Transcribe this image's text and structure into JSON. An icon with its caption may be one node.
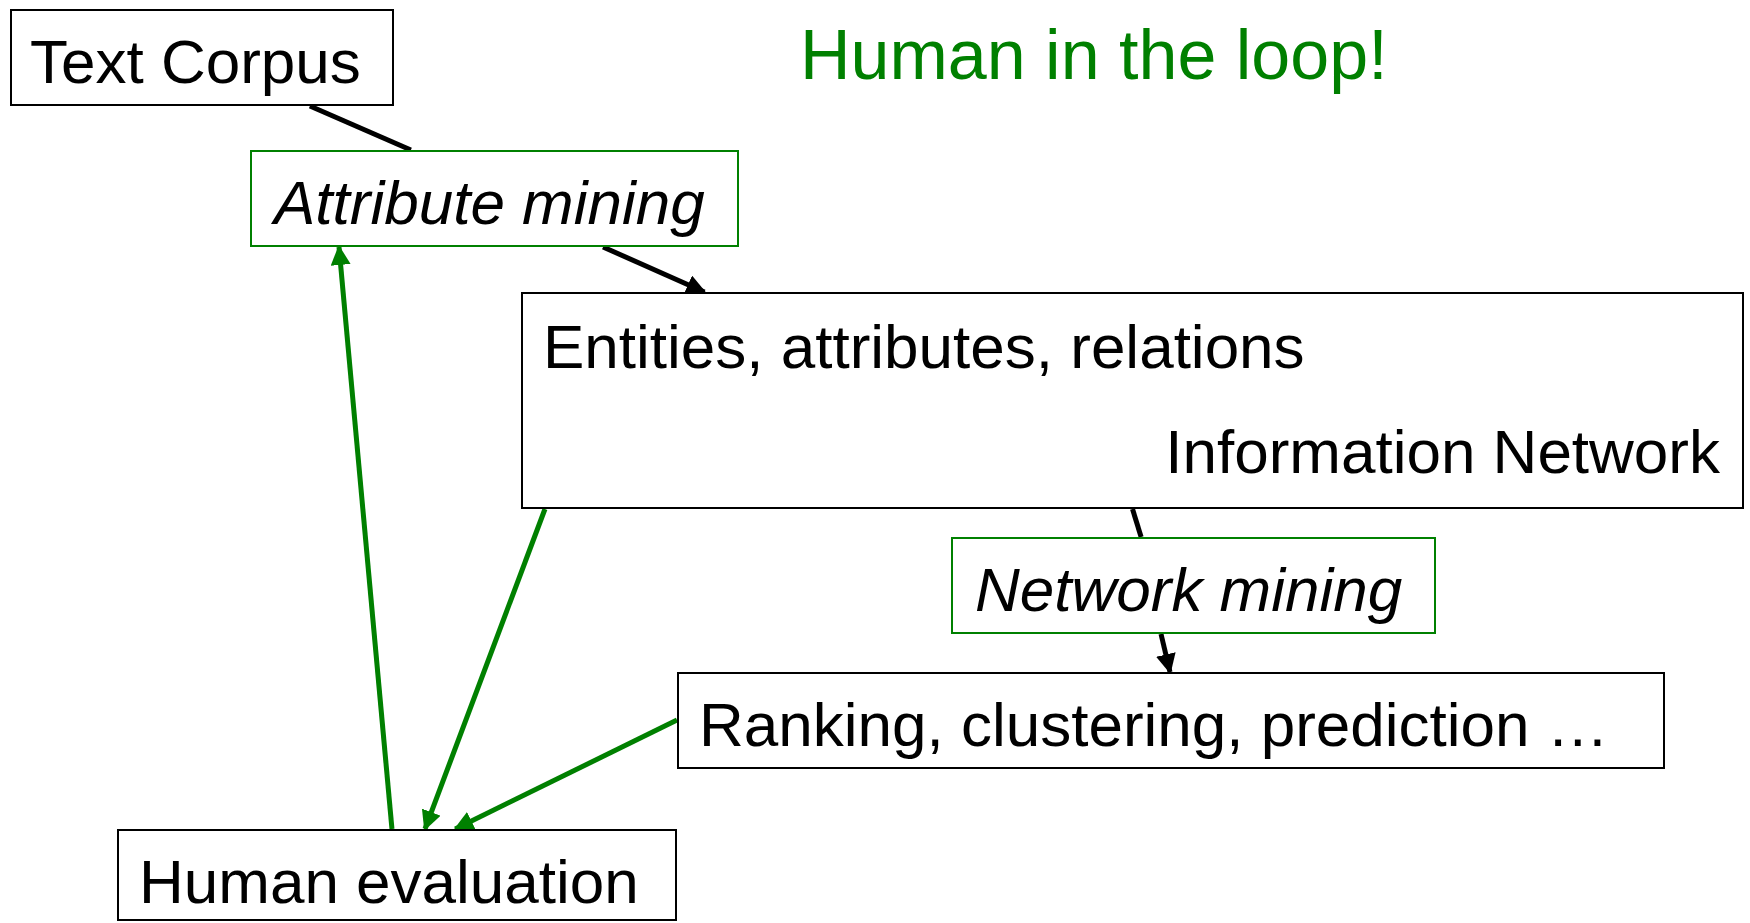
{
  "diagram": {
    "title": "Human in the loop!",
    "nodes": [
      {
        "text": [
          "Text Corpus"
        ]
      },
      {
        "text": [
          "Attribute mining"
        ]
      },
      {
        "text": [
          "Entities, attributes, relations",
          "Information Network"
        ]
      },
      {
        "text": [
          "Network mining"
        ]
      },
      {
        "text": [
          "Ranking, clustering, prediction …"
        ]
      },
      {
        "text": [
          "Human evaluation"
        ]
      }
    ],
    "edges": [
      {
        "from": 0,
        "to": 1,
        "arrow": "none"
      },
      {
        "from": 1,
        "to": 2,
        "arrow": "to"
      },
      {
        "from": 2,
        "to": 3,
        "arrow": "none"
      },
      {
        "from": 3,
        "to": 4,
        "arrow": "to"
      },
      {
        "from": 2,
        "to": 5,
        "arrow": "to",
        "color": "#008000"
      },
      {
        "from": 4,
        "to": 5,
        "arrow": "to",
        "color": "#008000"
      },
      {
        "from": 5,
        "to": 1,
        "arrow": "to",
        "color": "#008000"
      }
    ]
  }
}
